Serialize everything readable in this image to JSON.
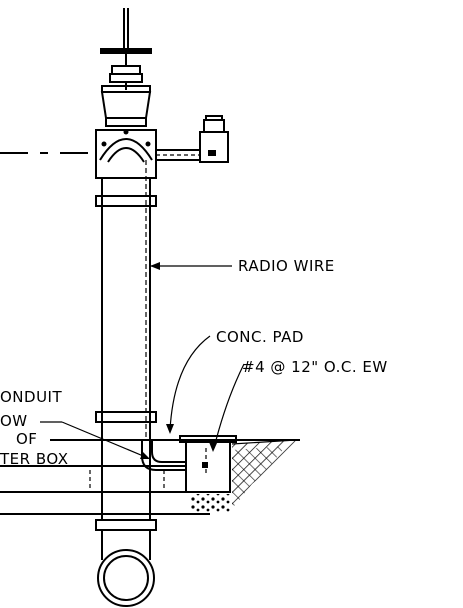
{
  "labels": {
    "radio_wire": "RADIO WIRE",
    "conc_pad": "CONC. PAD",
    "rebar": "#4 @ 12\" O.C. EW",
    "conduit": "ONDUIT",
    "conduit_elbow": "OW",
    "of": "OF",
    "meter_box": "TER BOX"
  }
}
